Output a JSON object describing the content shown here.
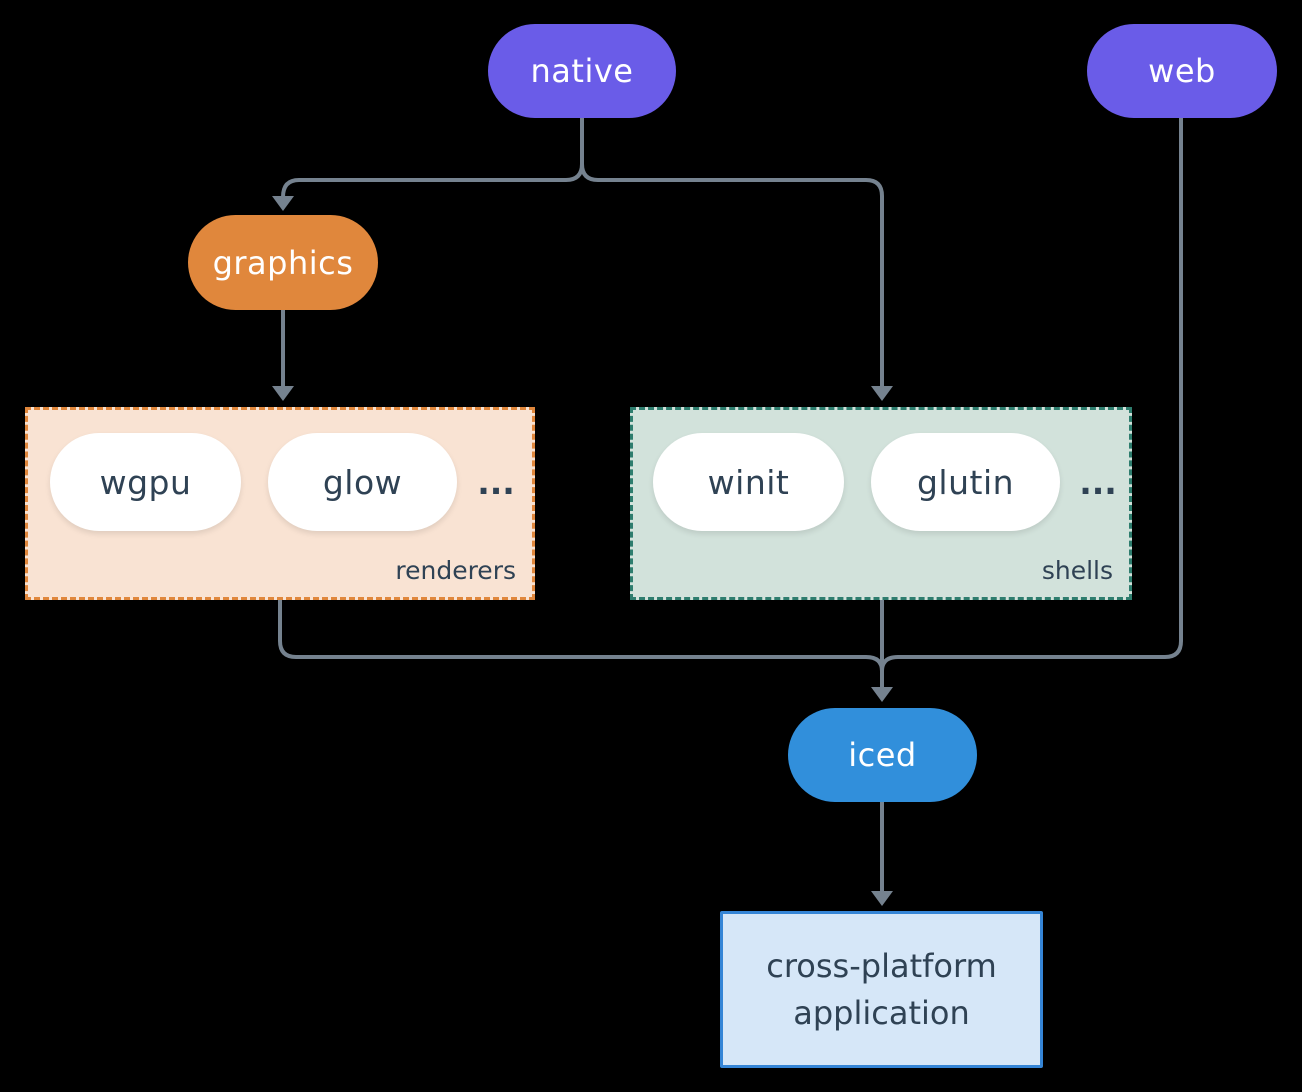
{
  "diagram": {
    "nodes": {
      "native": {
        "label": "native"
      },
      "web": {
        "label": "web"
      },
      "graphics": {
        "label": "graphics"
      },
      "wgpu": {
        "label": "wgpu"
      },
      "glow": {
        "label": "glow"
      },
      "winit": {
        "label": "winit"
      },
      "glutin": {
        "label": "glutin"
      },
      "iced": {
        "label": "iced"
      },
      "app": {
        "label": "cross-platform application"
      }
    },
    "groups": {
      "renderers": {
        "label": "renderers",
        "ellipsis": "..."
      },
      "shells": {
        "label": "shells",
        "ellipsis": "..."
      }
    },
    "colors": {
      "bg": "#000000",
      "purple": "#6a5ce8",
      "orange": "#e0873c",
      "blue": "#318fdb",
      "renderers_fill": "#f9e3d3",
      "renderers_border": "#e0873c",
      "shells_fill": "#d2e2db",
      "shells_border": "#2e7d6e",
      "app_fill": "#d6e7f8",
      "app_border": "#3585d6",
      "white_pill": "#ffffff",
      "node_text_light": "#ffffff",
      "node_text_dark": "#2f4254",
      "line": "#75828f"
    }
  }
}
